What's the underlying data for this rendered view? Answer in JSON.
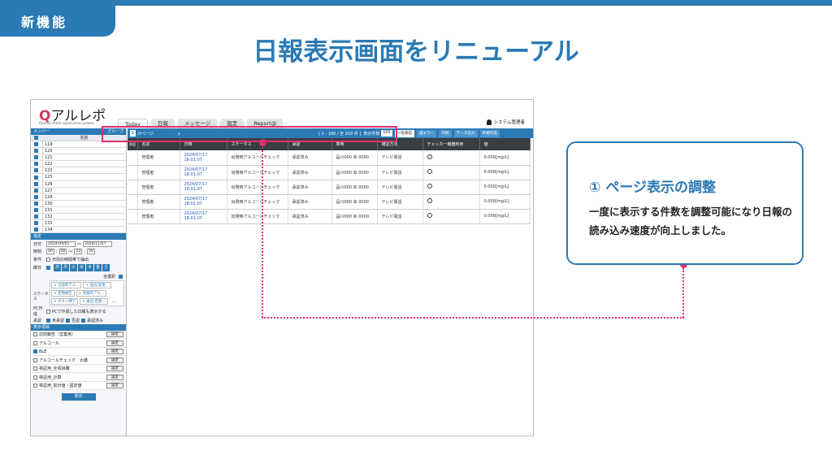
{
  "badge": "新機能",
  "headline": "日報表示画面をリニューアル",
  "app": {
    "logo": "アルレポ",
    "logo_sub": "Alcohol check report-time system",
    "tabs": [
      "Today",
      "日報",
      "メッセージ",
      "設定",
      "Report@"
    ],
    "user": "システム管理者",
    "sidebar": {
      "member_label": "メンバー",
      "group_label": "グループ",
      "name_col": "名前",
      "members": [
        "119",
        "120",
        "121",
        "122",
        "123",
        "125",
        "126",
        "127",
        "128",
        "130",
        "131",
        "132",
        "133",
        "134"
      ],
      "filter_label": "指定",
      "date_label": "日付",
      "date_from": "2024/09/01",
      "date_sep": "〜",
      "date_to": "2024/11/07",
      "time_label": "時刻",
      "time_values": [
        "00",
        "00",
        "23",
        "59"
      ],
      "cond_label": "条件",
      "cond_text": "日別の時間帯で抽出",
      "weekday_label": "曜日",
      "weekdays": [
        "日",
        "月",
        "火",
        "水",
        "木",
        "金",
        "土"
      ],
      "select_all": "全選択",
      "status_label": "ステータス",
      "status_tags": [
        "出発時アル…",
        "送信(変更…",
        "定期報告",
        "到着時アル…",
        "ボタン押下",
        "送信(定期…"
      ],
      "status_more": "…",
      "pc_label": "PC作成",
      "pc_text": "PCで作成した日報も表示する",
      "approve_label": "承認",
      "approve_opts": [
        "未承認",
        "否認",
        "承認済み"
      ],
      "display_label": "表示項目",
      "settings": [
        {
          "name": "訪問報告（営業用）",
          "checked": false
        },
        {
          "name": "アルコール",
          "checked": false
        },
        {
          "name": "BLE",
          "checked": true
        },
        {
          "name": "アルコールチェック　大橋",
          "checked": false
        },
        {
          "name": "検証用_全項目欄",
          "checked": false
        },
        {
          "name": "検証用_計算",
          "checked": false
        },
        {
          "name": "検証用_前日値・固定値",
          "checked": false
        }
      ],
      "setting_btn": "設定",
      "show_btn": "表示"
    },
    "toolbar": {
      "page": "1",
      "page_total": "/3ページ",
      "next": "›",
      "range": "[ 1 - 100 / 全 203 件 ]",
      "count_label": "表示件数",
      "count_value": "100",
      "buttons": [
        "一括承認",
        "値エラー",
        "印刷",
        "データ出力",
        "新規作成"
      ]
    },
    "columns": [
      "承認",
      "名前",
      "日時",
      "ステータス",
      "承認",
      "車両",
      "確認方法",
      "チェッカー機器利用",
      "値"
    ],
    "rows": [
      [
        "管理者",
        "2024/07/17 18:01:07",
        "出発時アルコールチェック",
        "承認済み",
        "品川000 あ 0000",
        "テレビ電話",
        "0.000[mg/L]"
      ],
      [
        "管理者",
        "2024/07/17 18:01:07",
        "出発時アルコールチェック",
        "承認済み",
        "品川000 あ 0000",
        "テレビ電話",
        "0.000[mg/L]"
      ],
      [
        "管理者",
        "2024/07/17 18:01:07",
        "出発時アルコールチェック",
        "承認済み",
        "品川000 あ 0000",
        "テレビ電話",
        "0.000[mg/L]"
      ],
      [
        "管理者",
        "2024/07/17 18:01:07",
        "出発時アルコールチェック",
        "承認済み",
        "品川000 あ 0000",
        "テレビ電話",
        "0.000[mg/L]"
      ],
      [
        "管理者",
        "2024/07/17 18:01:07",
        "出発時アルコールチェック",
        "承認済み",
        "品川000 あ 0000",
        "テレビ電話",
        "0.000[mg/L]"
      ]
    ]
  },
  "callout": {
    "title": "① ページ表示の調整",
    "body": "一度に表示する件数を調整可能になり日報の読み込み速度が向上しました。"
  }
}
